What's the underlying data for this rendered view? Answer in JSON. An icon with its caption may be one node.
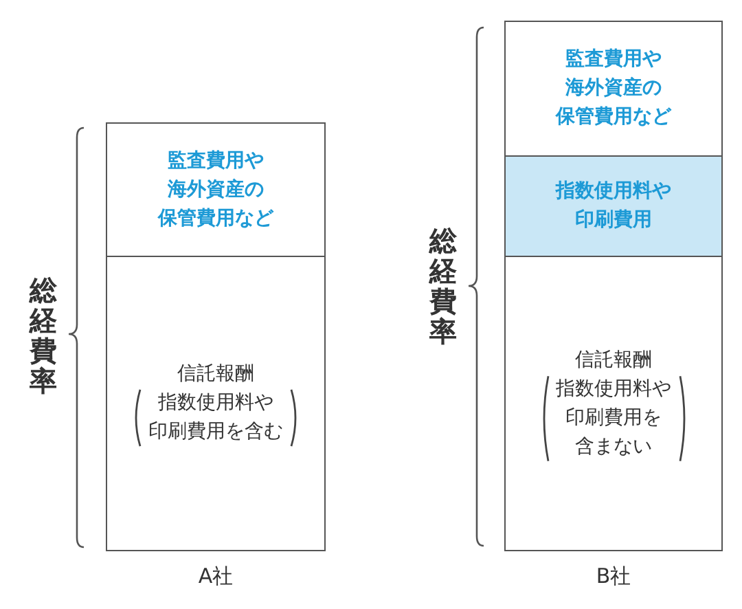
{
  "diagram": {
    "nodes": [
      {
        "text": [
          "A社"
        ]
      },
      {
        "text": [
          "監査費用や海外資産の保管費用など"
        ],
        "in": 0
      },
      {
        "text": [
          "信託報酬",
          "指数使用料や印刷費用を含む"
        ],
        "in": 0
      },
      {
        "text": [
          "B社"
        ]
      },
      {
        "text": [
          "監査費用や海外資産の保管費用など"
        ],
        "in": 3
      },
      {
        "text": [
          "指数使用料や印刷費用"
        ],
        "in": 3
      },
      {
        "text": [
          "信託報酬",
          "指数使用料や印刷費用を含まない"
        ],
        "in": 3
      }
    ],
    "labels": [
      "総経費率",
      "総経費率"
    ]
  }
}
